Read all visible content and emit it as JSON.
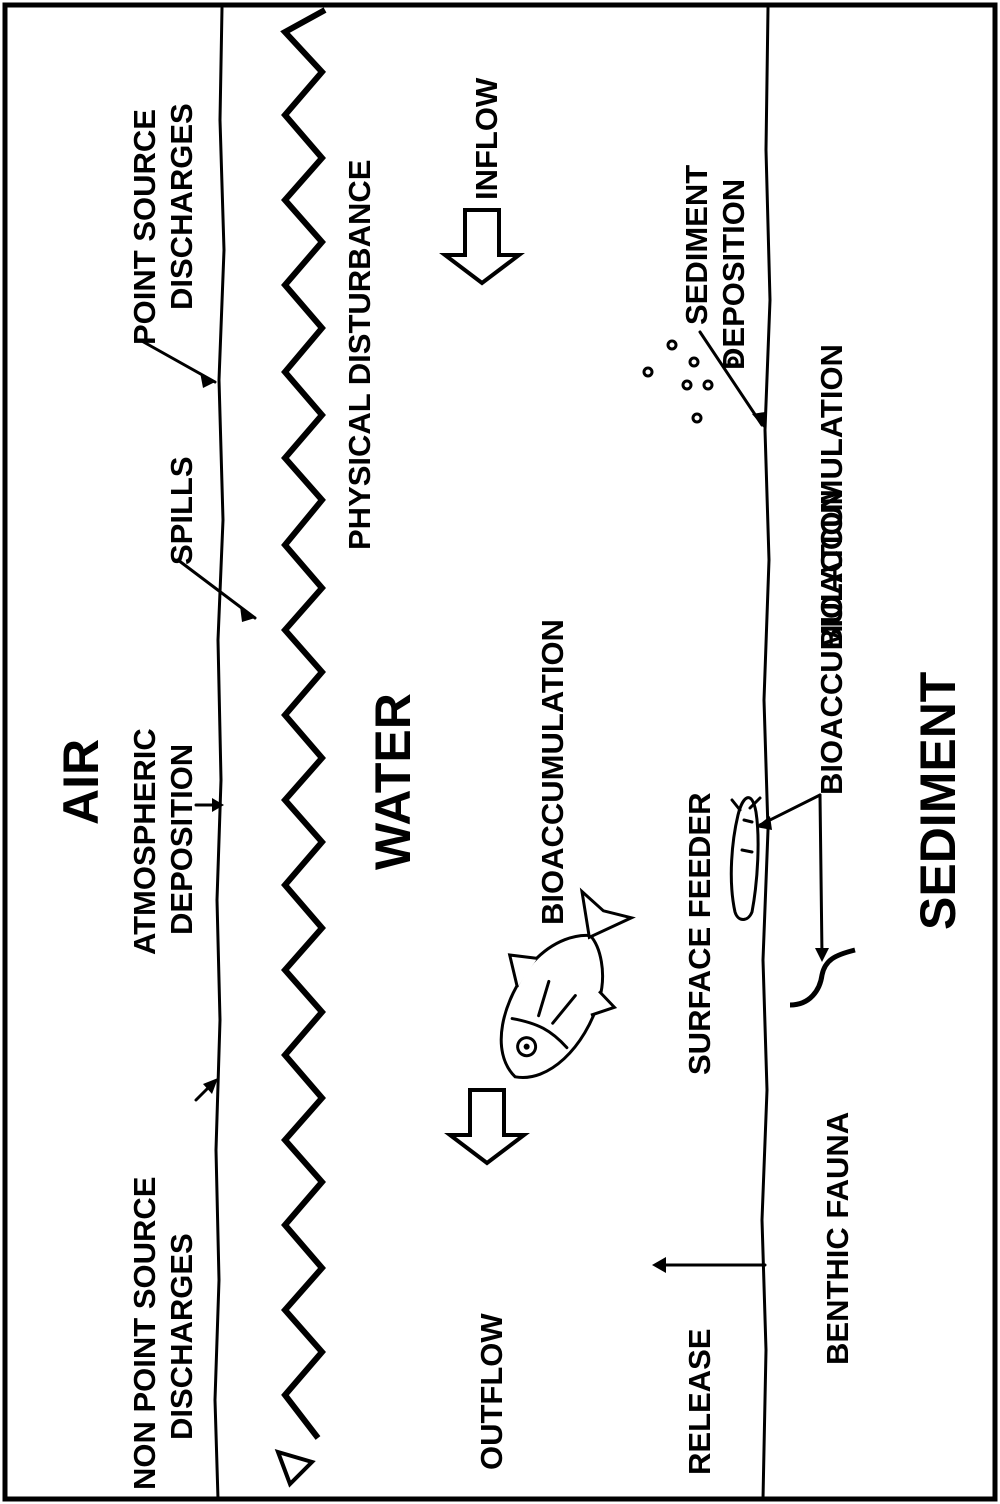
{
  "compartments": {
    "air": "AIR",
    "water": "WATER",
    "sediment": "SEDIMENT"
  },
  "labels": {
    "non_point_line1": "NON POINT SOURCE",
    "non_point_line2": "DISCHARGES",
    "atmos_line1": "ATMOSPHERIC",
    "atmos_line2": "DEPOSITION",
    "spills": "SPILLS",
    "point_line1": "POINT SOURCE",
    "point_line2": "DISCHARGES",
    "physical_disturbance": "PHYSICAL DISTURBANCE",
    "inflow": "INFLOW",
    "outflow": "OUTFLOW",
    "bioaccumulation_fish": "BIOACCUMULATION",
    "sediment_dep_line1": "SEDIMENT",
    "sediment_dep_line2": "DEPOSITION",
    "release": "RELEASE",
    "surface_feeder": "SURFACE FEEDER",
    "bioaccumulation_benthic": "BIOACCUMULATION",
    "bioaccumulation_sediment": "BIOACCUMULATION",
    "benthic_fauna": "BENTHIC FAUNA"
  },
  "icons": {
    "fish": "fish-icon",
    "surface_feeder": "surface-feeder-icon",
    "benthic": "benthic-worm-icon",
    "particles": "sediment-particles-icon"
  }
}
